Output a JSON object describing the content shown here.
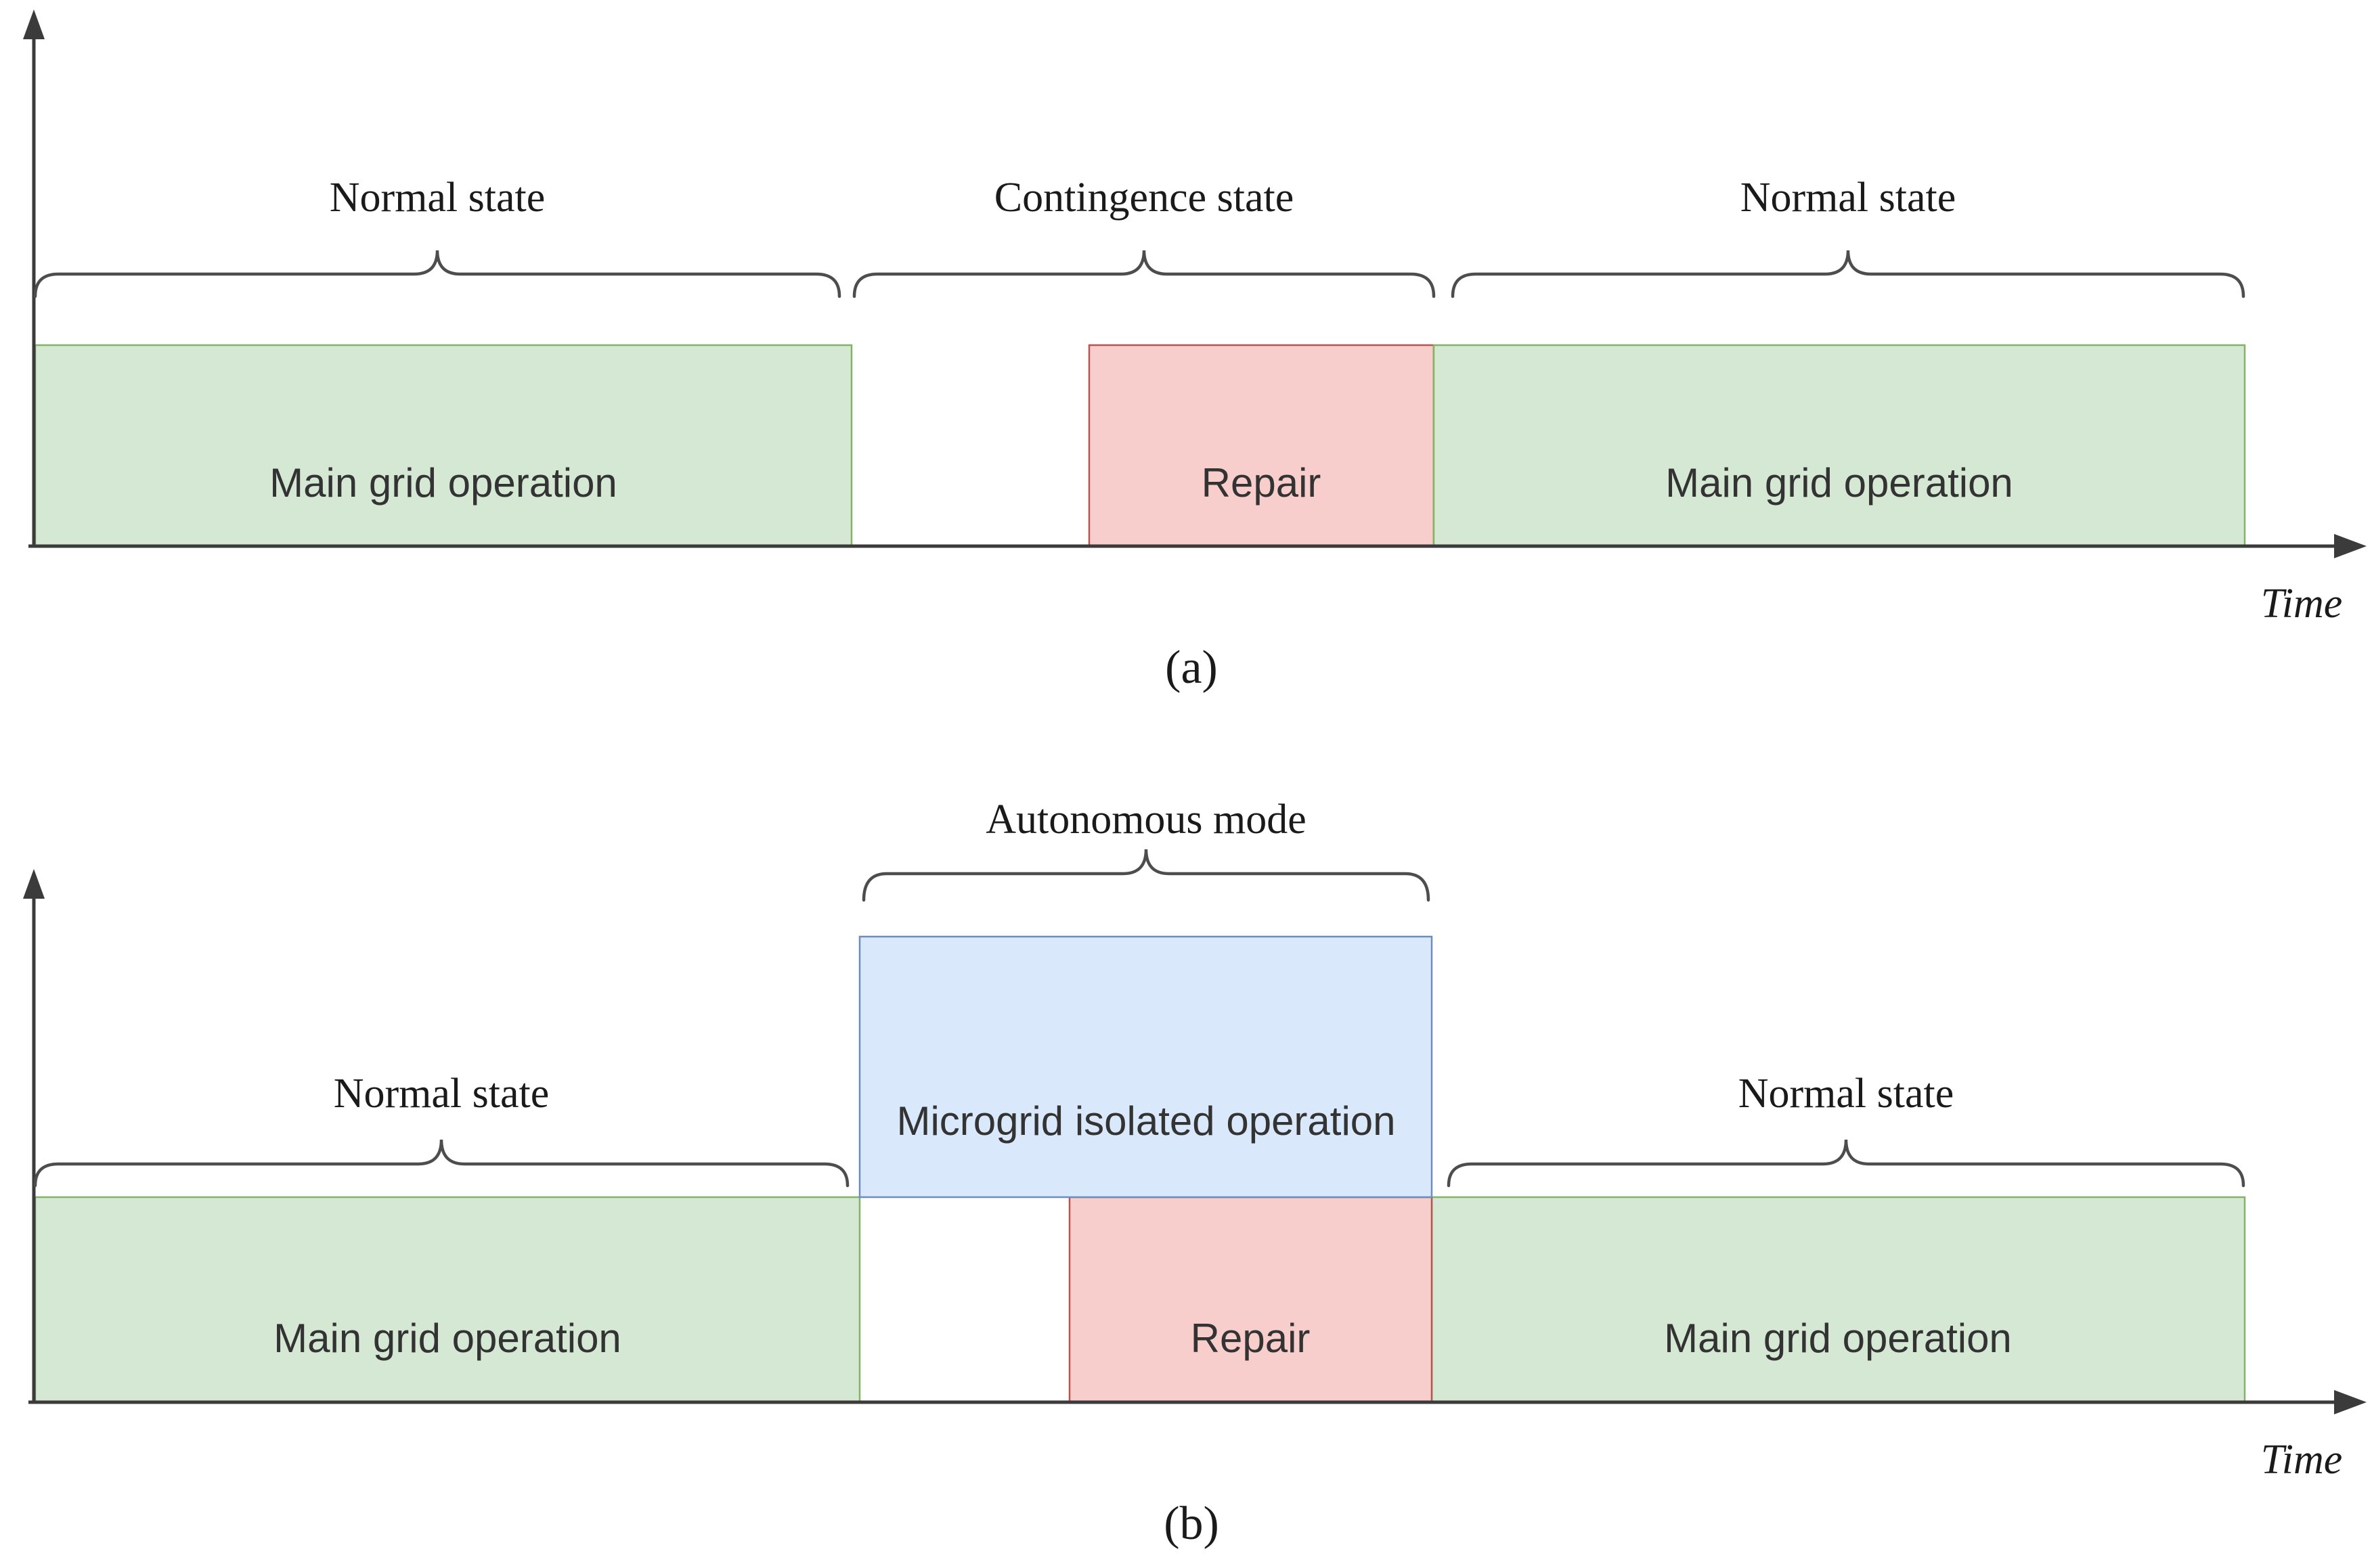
{
  "figure": {
    "colors": {
      "green_fill": "#d5e8d4",
      "green_stroke": "#82b366",
      "red_fill": "#f8cecc",
      "red_stroke": "#b85450",
      "blue_fill": "#dae8fc",
      "blue_stroke": "#6c8ebf",
      "axis_color": "#3b3b3b",
      "brace_color": "#4d4d4d",
      "text_color": "#1a1a1a",
      "box_text_color": "#333333"
    },
    "panel_a": {
      "caption": "(a)",
      "time_label": "Time",
      "brace_labels": [
        "Normal state",
        "Contingence state",
        "Normal state"
      ],
      "box_labels": {
        "green1": "Main grid operation",
        "repair": "Repair",
        "green2": "Main grid operation"
      }
    },
    "panel_b": {
      "caption": "(b)",
      "time_label": "Time",
      "brace_labels": [
        "Normal state",
        "Autonomous mode",
        "Normal state"
      ],
      "box_labels": {
        "green1": "Main grid operation",
        "blue": "Microgrid isolated operation",
        "repair": "Repair",
        "green2": "Main grid operation"
      }
    }
  }
}
